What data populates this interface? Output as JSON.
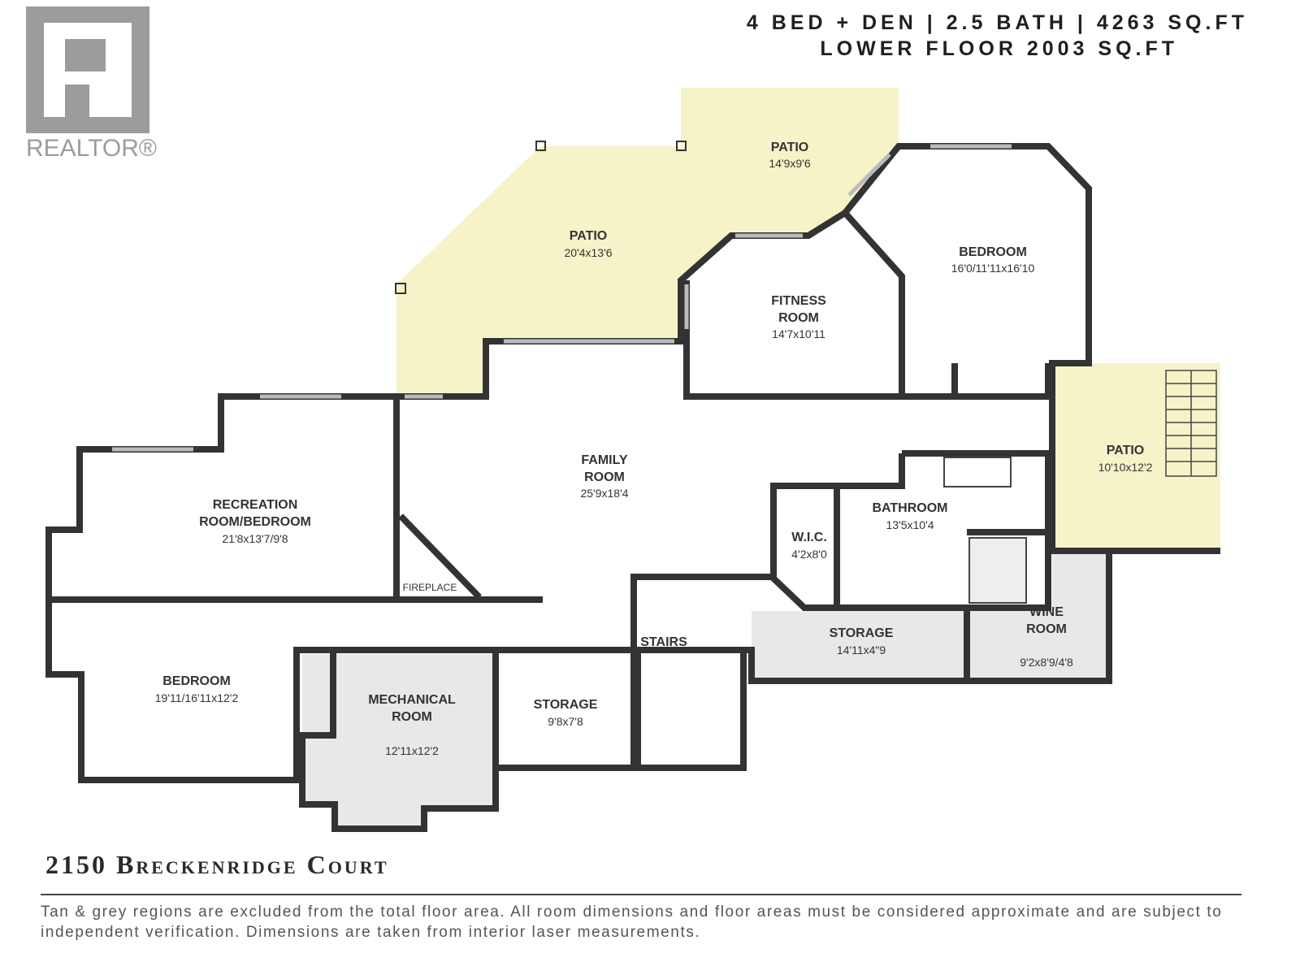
{
  "logo": {
    "text": "REALTOR®"
  },
  "header": {
    "line1": "4 BED + DEN | 2.5 BATH | 4263 SQ.FT",
    "line2": "LOWER FLOOR 2003 SQ.FT"
  },
  "rooms": [
    {
      "name": "PATIO",
      "dims": "14'9x9'6"
    },
    {
      "name": "PATIO",
      "dims": "20'4x13'6"
    },
    {
      "name": "BEDROOM",
      "dims": "16'0/11'11x16'10"
    },
    {
      "name": "FITNESS ROOM",
      "dims": "14'7x10'11"
    },
    {
      "name": "PATIO",
      "dims": "10'10x12'2"
    },
    {
      "name": "FAMILY ROOM",
      "dims": "25'9x18'4"
    },
    {
      "name": "RECREATION ROOM/BEDROOM",
      "dims": "21'8x13'7/9'8"
    },
    {
      "name": "BATHROOM",
      "dims": "13'5x10'4"
    },
    {
      "name": "W.I.C.",
      "dims": "4'2x8'0"
    },
    {
      "name": "FIREPLACE",
      "dims": ""
    },
    {
      "name": "STAIRS",
      "dims": ""
    },
    {
      "name": "STORAGE",
      "dims": "14'11x4\"9"
    },
    {
      "name": "WINE ROOM",
      "dims": "9'2x8'9/4'8"
    },
    {
      "name": "BEDROOM",
      "dims": "19'11/16'11x12'2"
    },
    {
      "name": "MECHANICAL ROOM",
      "dims": "12'11x12'2"
    },
    {
      "name": "STORAGE",
      "dims": "9'8x7'8"
    }
  ],
  "address": "2150 Breckenridge Court",
  "footnote": "Tan & grey regions are excluded from the total floor area. All room dimensions and floor areas must be considered approximate and are subject to independent verification. Dimensions are taken from interior laser measurements.",
  "colors": {
    "tan": "#f7f3c9",
    "grey": "#e8e8e8",
    "wall": "#333333"
  }
}
